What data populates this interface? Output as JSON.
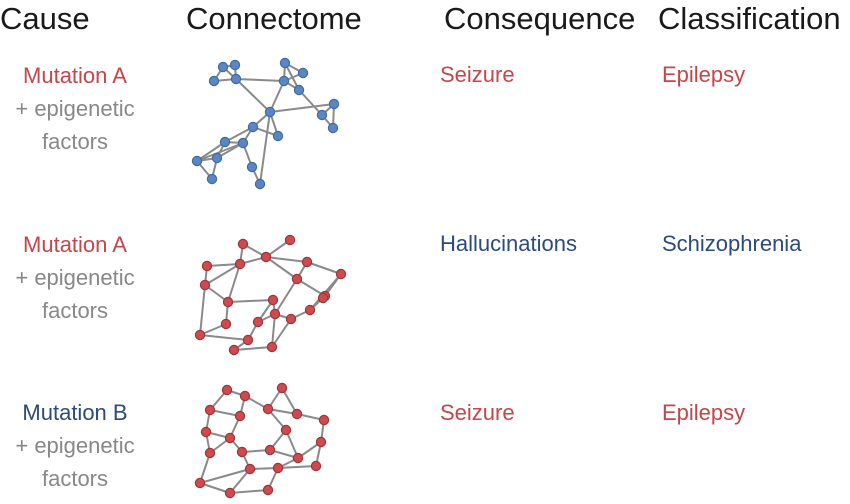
{
  "headers": {
    "cause": "Cause",
    "connectome": "Connectome",
    "consequence": "Consequence",
    "classification": "Classification"
  },
  "colors": {
    "red": "#c4454a",
    "blue": "#2d4a7c",
    "gray": "#888888",
    "edge": "#8a8a8a",
    "node_blue": "#5a87c2",
    "node_blue_stroke": "#3f6aa3",
    "node_red": "#cf4a4f",
    "node_red_stroke": "#9c3538"
  },
  "rows": [
    {
      "mutation": "Mutation A",
      "mutation_color": "red",
      "factor_line1": "+ epigenetic",
      "factor_line2": "factors",
      "node_color": "blue",
      "consequence": "Seizure",
      "consequence_color": "red",
      "classification": "Epilepsy",
      "classification_color": "red"
    },
    {
      "mutation": "Mutation A",
      "mutation_color": "red",
      "factor_line1": "+ epigenetic",
      "factor_line2": "factors",
      "node_color": "red",
      "consequence": "Hallucinations",
      "consequence_color": "blue",
      "classification": "Schizophrenia",
      "classification_color": "blue"
    },
    {
      "mutation": "Mutation B",
      "mutation_color": "blue",
      "factor_line1": "+ epigenetic",
      "factor_line2": "factors",
      "node_color": "red",
      "consequence": "Seizure",
      "consequence_color": "red",
      "classification": "Epilepsy",
      "classification_color": "red"
    }
  ]
}
